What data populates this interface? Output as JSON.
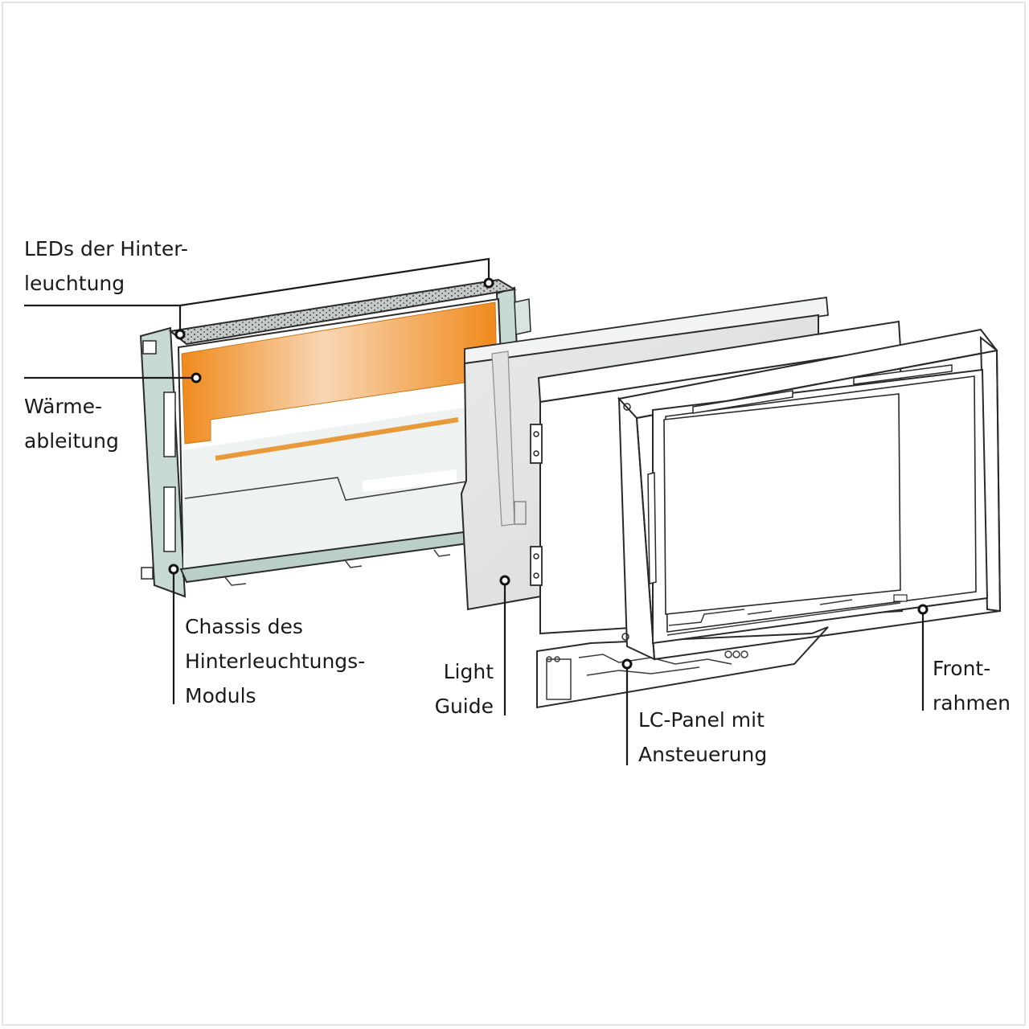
{
  "labels": {
    "leds": [
      "LEDs der Hinter-",
      "leuchtung"
    ],
    "waerme": [
      "Wärme-",
      "ableitung"
    ],
    "chassis": [
      "Chassis des",
      "Hinterleuchtungs-",
      "Moduls"
    ],
    "light_guide": [
      "Light",
      "Guide"
    ],
    "lc_panel": [
      "LC-Panel mit",
      "Ansteuerung"
    ],
    "frontrahmen": [
      "Front-",
      "rahmen"
    ]
  },
  "colors": {
    "heat_sink_top": "#f08a1c",
    "heat_sink_mid": "#f8d6b4",
    "chassis_edge": "#b9cfc8",
    "light_guide_fill": "#e2e4e4",
    "led_strip": "#bfc4c2",
    "line": "#1a1a1a"
  }
}
